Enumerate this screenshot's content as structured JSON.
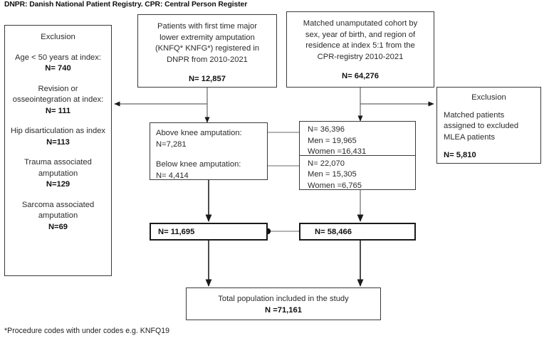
{
  "caption": "DNPR: Danish National Patient Registry. CPR: Central Person Register",
  "footnote": "*Procedure codes with under codes e.g. KNFQ19",
  "exclusion_left": {
    "header": "Exclusion",
    "items": [
      {
        "reason": "Age < 50 years at index:",
        "n": "N= 740"
      },
      {
        "reason": "Revision or\nosseointegration at index:",
        "n": "N= 111"
      },
      {
        "reason": "Hip disarticulation as index",
        "n": "N=113"
      },
      {
        "reason": "Trauma associated\namputation",
        "n": "N=129"
      },
      {
        "reason": "Sarcoma associated\namputation",
        "n": "N=69"
      }
    ]
  },
  "exclusion_right": {
    "header": "Exclusion",
    "body": "Matched patients\nassigned to excluded\nMLEA patients",
    "n": "N= 5,810"
  },
  "source_dnpr": {
    "body": "Patients with first time major\nlower extremity amputation\n(KNFQ* KNFG*) registered in\nDNPR from 2010-2021",
    "n": "N= 12,857"
  },
  "source_cpr": {
    "body": "Matched unamputated cohort by\nsex, year of birth, and region of\nresidence at index 5:1 from the\nCPR-registry 2010-2021",
    "n": "N= 64,276"
  },
  "knee_split": {
    "above_label": "Above knee amputation:",
    "above_n": "N=7,281",
    "below_label": "Below knee amputation:",
    "below_n": "N= 4,414"
  },
  "matched_split": {
    "top": {
      "n": "N= 36,396",
      "men": "Men = 19,965",
      "women": "Women =16,431"
    },
    "bottom": {
      "n": "N= 22,070",
      "men": "Men = 15,305",
      "women": "Women =6,765"
    }
  },
  "totals": {
    "amputated": "N= 11,695",
    "matched": "N= 58,466"
  },
  "final": {
    "label": "Total population included in the study",
    "n": "N =71,161"
  },
  "colors": {
    "box_border": "#3a3a3a",
    "thick_border": "#1a1a1a",
    "connector": "#6b6b6b",
    "arrow_dark": "#1a1a1a",
    "text": "#2b2b2b",
    "background": "#ffffff"
  }
}
